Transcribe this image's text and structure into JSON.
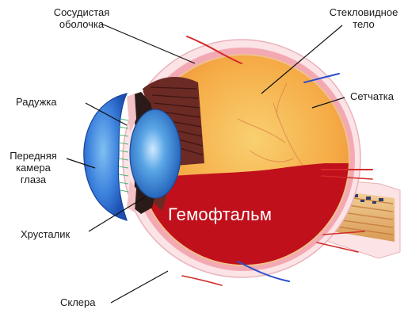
{
  "labels": {
    "vascular": "Сосудистая\nоболочка",
    "vitreous": "Стекловидное\nтело",
    "iris": "Радужка",
    "retina": "Сетчатка",
    "anterior_chamber": "Передняя\nкамера\nглаза",
    "lens": "Хрусталик",
    "sclera": "Склера",
    "hemophthalmos": "Гемофтальм"
  },
  "colors": {
    "sclera": "#fbe3e6",
    "choroid": "#f3a9b3",
    "vitreous": "#f6b64d",
    "blood": "#c0101c",
    "cornea": "#2f6fd6",
    "lens": "#4d9be0",
    "ciliary": "#6b2a24",
    "nerve": "#e6b878",
    "vessel_red": "#d22a2a",
    "vessel_blue": "#2b4fc9"
  }
}
